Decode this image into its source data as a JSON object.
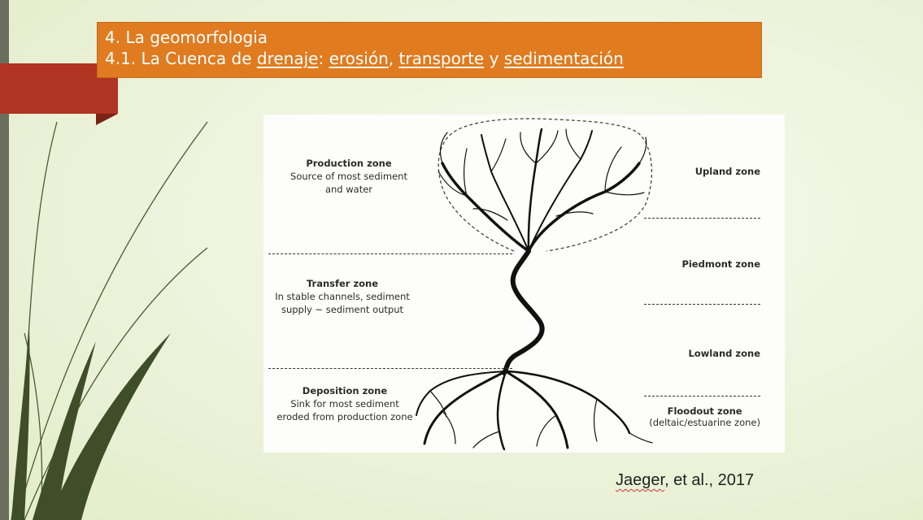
{
  "slide": {
    "title_line1": "4. La geomorfologia",
    "title_line2_prefix": "4.1. La Cuenca de ",
    "title_word_drenaje": "drenaje",
    "title_colon": ": ",
    "title_word_erosion": "erosión",
    "title_comma": ", ",
    "title_word_transporte": "transporte",
    "title_y": " y ",
    "title_word_sedimentacion": "sedimentación",
    "colors": {
      "title_bg": "#e07b1f",
      "accent_red": "#b03421",
      "left_bar": "#6b6d5e",
      "background": "#eef4de"
    }
  },
  "diagram": {
    "left_zones": [
      {
        "name": "Production zone",
        "line1": "Source of most sediment",
        "line2": "and water"
      },
      {
        "name": "Transfer zone",
        "line1": "In stable channels, sediment",
        "line2": "supply ~ sediment output"
      },
      {
        "name": "Deposition zone",
        "line1": "Sink for most sediment",
        "line2": "eroded from production zone"
      }
    ],
    "right_zones": [
      {
        "name": "Upland zone"
      },
      {
        "name": "Piedmont zone"
      },
      {
        "name": "Lowland zone"
      },
      {
        "name": "Floodout zone",
        "sub": "(deltaic/estuarine zone)"
      }
    ]
  },
  "citation": {
    "author": "Jaeger",
    "rest": ", et al., 2017"
  }
}
